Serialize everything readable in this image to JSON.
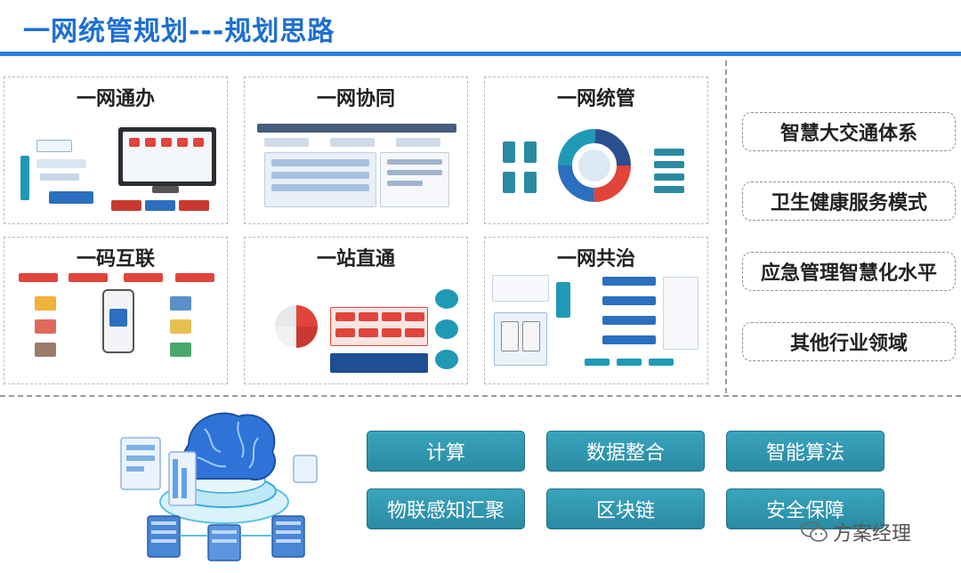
{
  "page": {
    "title": "一网统管规划---规划思路"
  },
  "panels": {
    "p1": {
      "title": "一网通办"
    },
    "p2": {
      "title": "一网协同"
    },
    "p3": {
      "title": "一网统管"
    },
    "p4": {
      "title": "一码互联"
    },
    "p5": {
      "title": "一站直通"
    },
    "p6": {
      "title": "一网共治"
    }
  },
  "side": [
    "智慧大交通体系",
    "卫生健康服务模式",
    "应急管理智慧化水平",
    "其他行业领域"
  ],
  "capabilities": [
    "计算",
    "数据整合",
    "智能算法",
    "物联感知汇聚",
    "区块链",
    "安全保障"
  ],
  "watermark": {
    "text": "方案经理",
    "icon": "wechat-icon"
  },
  "colors": {
    "accent": "#1d6fd1",
    "capability": "#2e93ab"
  }
}
